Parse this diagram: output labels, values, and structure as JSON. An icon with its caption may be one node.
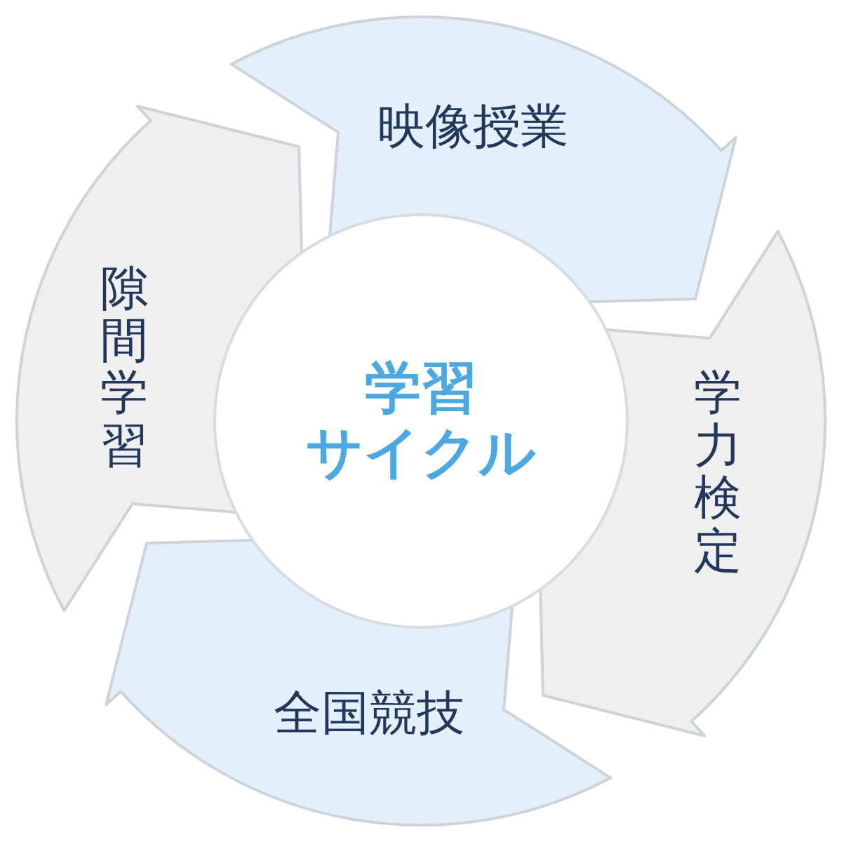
{
  "diagram": {
    "nodes": [
      {
        "text": [
          "映像授業"
        ]
      },
      {
        "text": [
          "学力検定"
        ]
      },
      {
        "text": [
          "全国競技"
        ]
      },
      {
        "text": [
          "隙間学習"
        ]
      },
      {
        "text": [
          "学習",
          "サイクル"
        ]
      }
    ]
  }
}
